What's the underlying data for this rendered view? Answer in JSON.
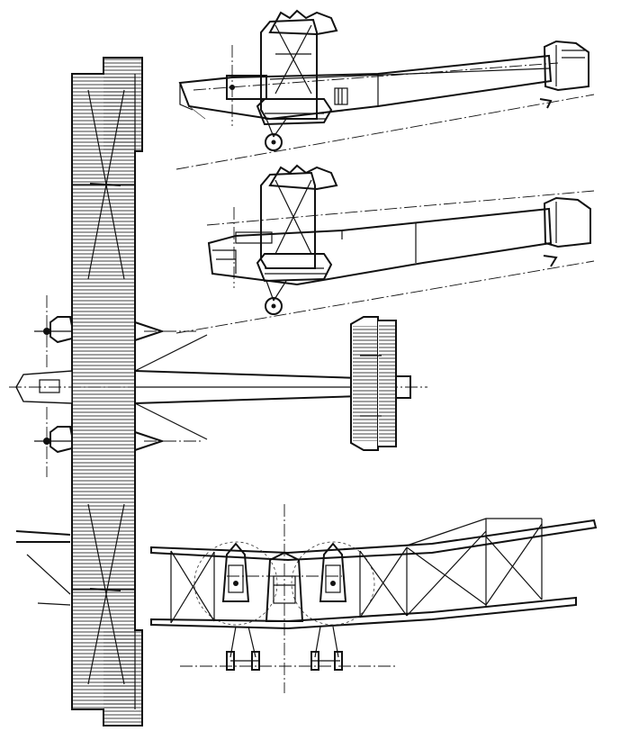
{
  "colors": {
    "ink": "#111111",
    "paper": "#ffffff"
  },
  "views": [
    {
      "id": "side-view-upper",
      "kind": "side elevation"
    },
    {
      "id": "side-view-lower",
      "kind": "side elevation"
    },
    {
      "id": "plan-view",
      "kind": "plan"
    },
    {
      "id": "front-view",
      "kind": "front elevation"
    }
  ]
}
